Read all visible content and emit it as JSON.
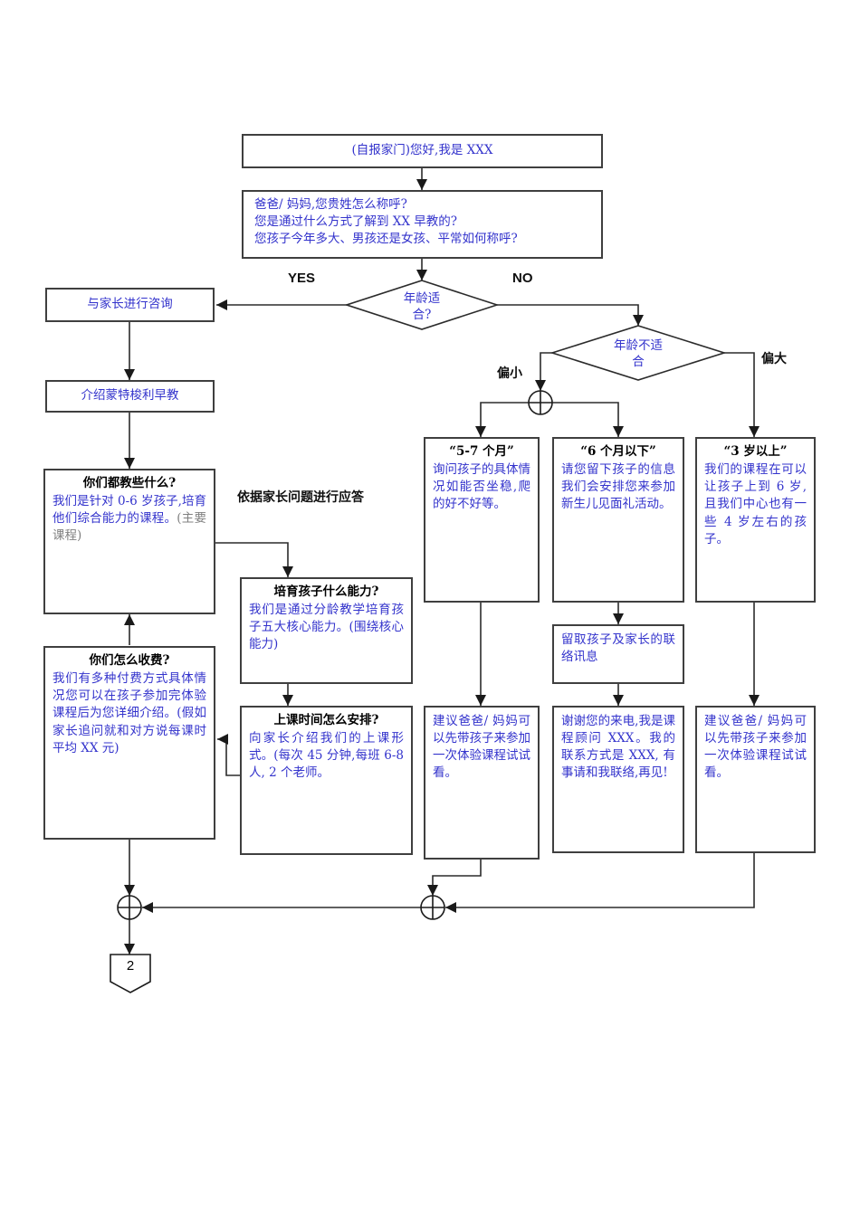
{
  "colors": {
    "line": "#2b2b2b",
    "box_border": "#3f3f3f",
    "text_blue": "#3333cc",
    "text_black": "#000000",
    "text_gray": "#808080"
  },
  "labels": {
    "yes": "YES",
    "no": "NO",
    "too_young": "偏小",
    "too_old": "偏大",
    "respond_note": "依据家长问题进行应答",
    "offpage_connector": "2"
  },
  "decisions": {
    "age_fit": {
      "line1": "年龄适",
      "line2": "合?"
    },
    "age_unfit": {
      "line1": "年龄不适",
      "line2": "合"
    }
  },
  "boxes": {
    "intro": {
      "text": "(自报家门)您好,我是 XXX"
    },
    "questions": {
      "lines": [
        "爸爸/ 妈妈,您贵姓怎么称呼?",
        "您是通过什么方式了解到 XX 早教的?",
        "您孩子今年多大、男孩还是女孩、平常如何称呼?"
      ]
    },
    "consult": {
      "text": "与家长进行咨询"
    },
    "montessori": {
      "text": "介绍蒙特梭利早教"
    },
    "what_teach": {
      "title": "你们都教些什么?",
      "body": "我们是针对 0-6 岁孩子,培育他们综合能力的课程。",
      "note": "(主要课程)"
    },
    "fees": {
      "title": "你们怎么收费?",
      "body": "我们有多种付费方式具体情况您可以在孩子参加完体验课程后为您详细介绍。(假如家长追问就和对方说每课时平均 XX 元)"
    },
    "ability": {
      "title": "培育孩子什么能力?",
      "body": "我们是通过分龄教学培育孩子五大核心能力。(围绕核心能力)"
    },
    "schedule": {
      "title": "上课时间怎么安排?",
      "body": "向家长介绍我们的上课形式。(每次 45 分钟,每班 6-8 人, 2 个老师。"
    },
    "m5to7": {
      "title": "“5-7 个月”",
      "body": "询问孩子的具体情况如能否坐稳,爬的好不好等。"
    },
    "under6m": {
      "title": "“6 个月以下”",
      "body": "请您留下孩子的信息我们会安排您来参加新生儿见面礼活动。"
    },
    "over3y": {
      "title": "“3 岁以上”",
      "body": "我们的课程在可以让孩子上到 6 岁,且我们中心也有一些 4 岁左右的孩子。"
    },
    "keep_contact": {
      "text": "留取孩子及家长的联络讯息"
    },
    "thanks": {
      "text": "谢谢您的来电,我是课程顾问 XXX。我的联系方式是 XXX, 有事请和我联络,再见!"
    },
    "suggest_trial_left": {
      "text": "建议爸爸/ 妈妈可以先带孩子来参加一次体验课程试试看。"
    },
    "suggest_trial_right": {
      "text": "建议爸爸/ 妈妈可以先带孩子来参加一次体验课程试试看。"
    }
  }
}
